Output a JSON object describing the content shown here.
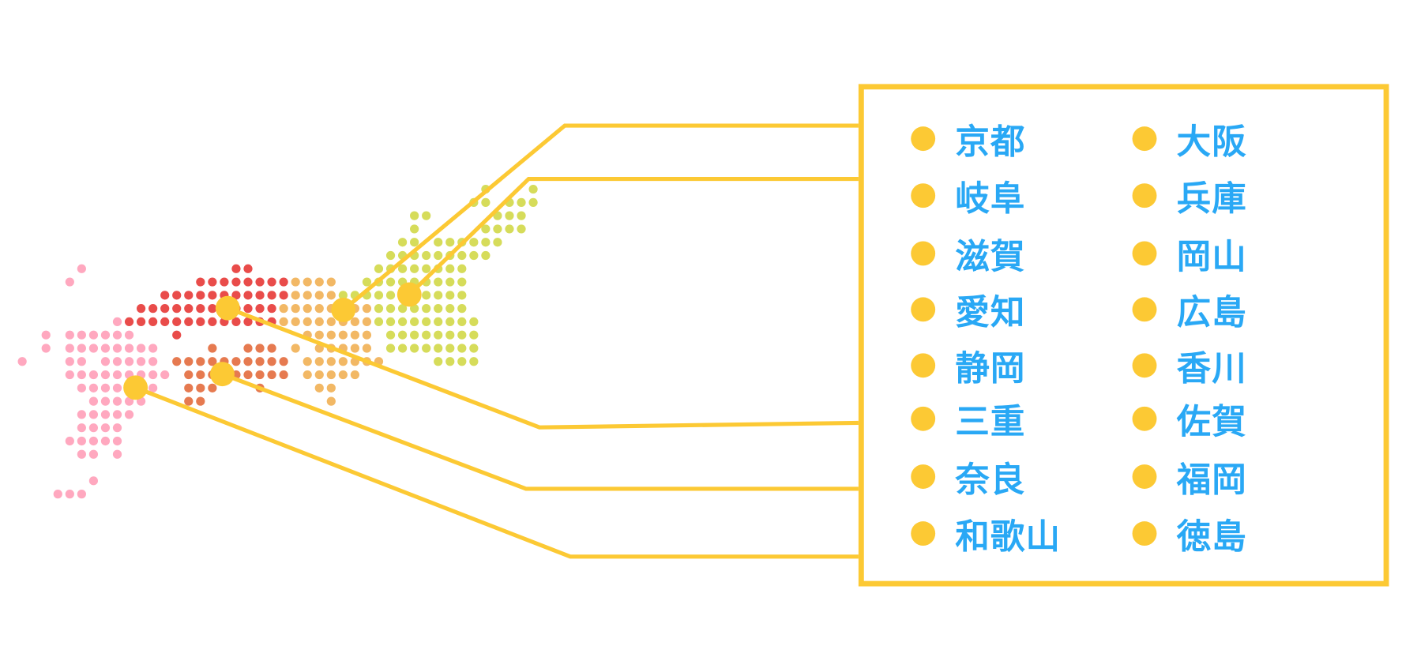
{
  "colors": {
    "accent": "#fcc934",
    "text": "#29a8f5",
    "region_pink": "#ffa8bf",
    "region_red": "#e94c4a",
    "region_dark_orange": "#e67a50",
    "region_light_orange": "#f2b865",
    "region_green": "#d6dc5a"
  },
  "legend": {
    "left": [
      "京都",
      "岐阜",
      "滋賀",
      "愛知",
      "静岡",
      "三重",
      "奈良",
      "和歌山"
    ],
    "right": [
      "大阪",
      "兵庫",
      "岡山",
      "広島",
      "香川",
      "佐賀",
      "福岡",
      "徳島"
    ]
  }
}
